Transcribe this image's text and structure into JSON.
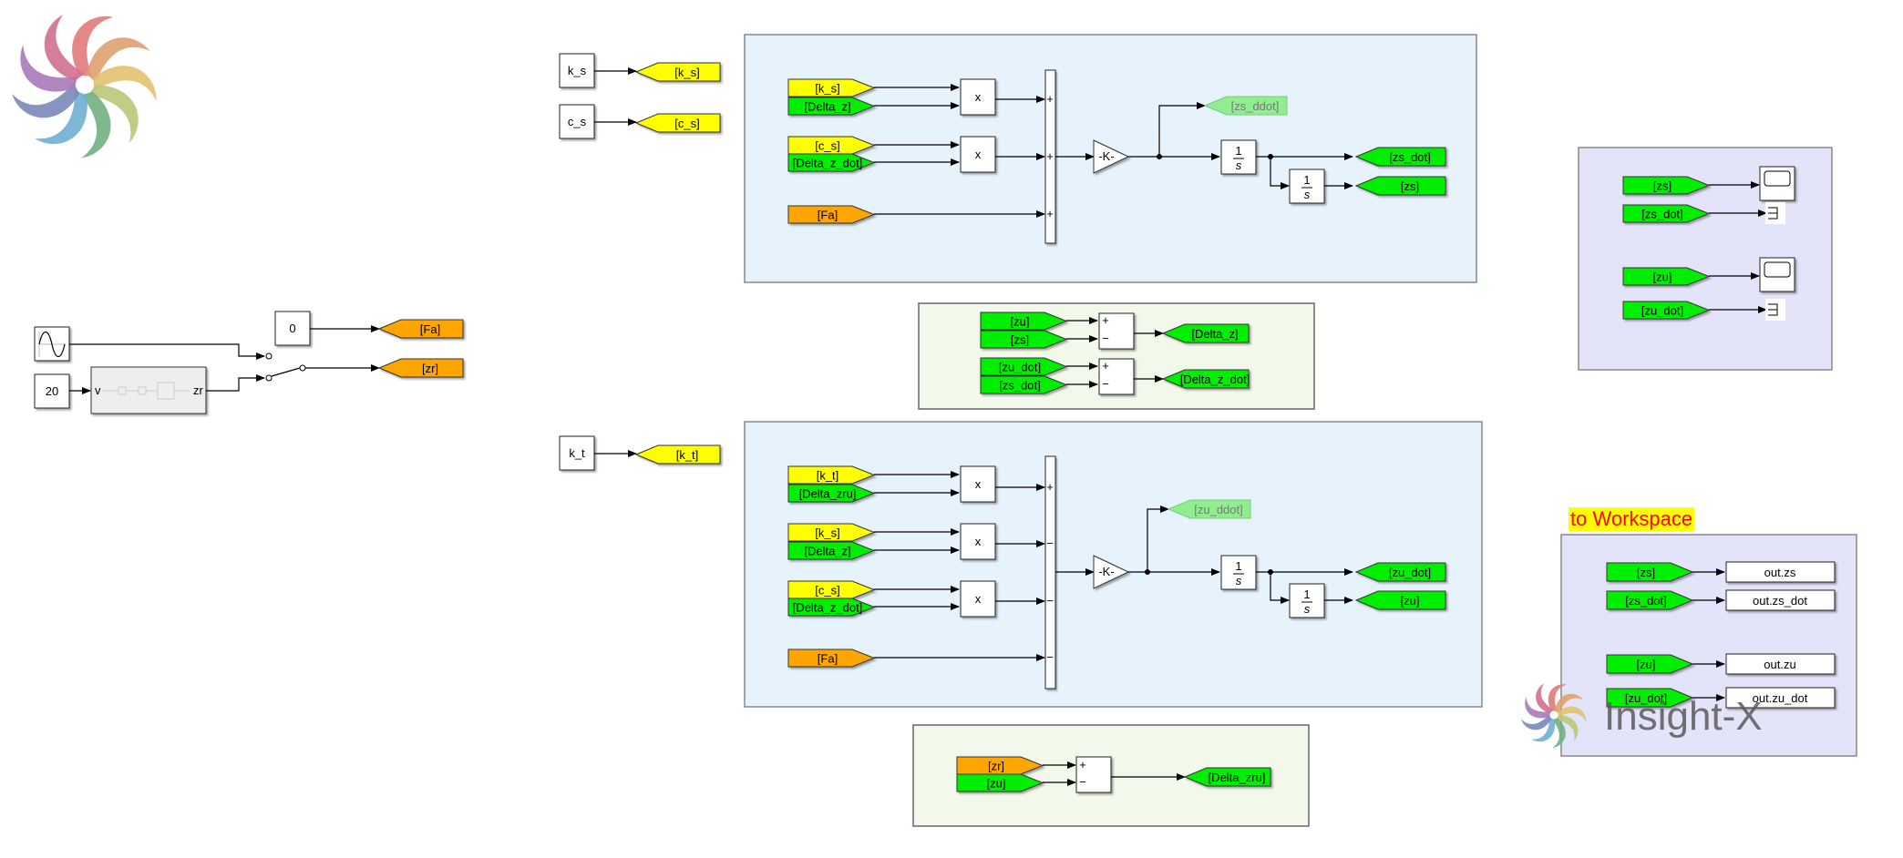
{
  "brand": {
    "name": "Insight-X"
  },
  "colors": {
    "yellow": "#ffff00",
    "green": "#00ee00",
    "orange": "#ffa500",
    "faded_green": "#90ee90",
    "panel_blue": "#e6f3fd",
    "panel_green": "#f2f8ea",
    "panel_purple": "#e3e3fa"
  },
  "sources": {
    "sine_label": "sine-wave",
    "const_20": "20",
    "const_0": "0",
    "road_subsystem": {
      "in_port": "v",
      "out_port": "zr"
    },
    "goto_fa": "[Fa]",
    "goto_zr": "[zr]"
  },
  "params": [
    {
      "block": "k_s",
      "goto": "[k_s]"
    },
    {
      "block": "c_s",
      "goto": "[c_s]"
    },
    {
      "block": "k_t",
      "goto": "[k_t]"
    }
  ],
  "sprung_mass": {
    "inputs": [
      {
        "a": "[k_s]",
        "b": "[Delta_z]"
      },
      {
        "a": "[c_s]",
        "b": "[Delta_z_dot]"
      }
    ],
    "force": "[Fa]",
    "product": "x",
    "sum_signs": [
      "+",
      "+",
      "+"
    ],
    "gain": "-K-",
    "accel_goto": "[zs_ddot]",
    "integrator_num": "1",
    "integrator_den": "s",
    "vel_goto": "[zs_dot]",
    "pos_goto": "[zs]"
  },
  "deltas": {
    "row1": {
      "a": "[zu]",
      "b": "[zs]",
      "out": "[Delta_z]"
    },
    "row2": {
      "a": "[zu_dot]",
      "b": "[zs_dot]",
      "out": "[Delta_z_dot]"
    },
    "signs": [
      "+",
      "−"
    ]
  },
  "unsprung_mass": {
    "inputs": [
      {
        "a": "[k_t]",
        "b": "[Delta_zru]"
      },
      {
        "a": "[k_s]",
        "b": "[Delta_z]"
      },
      {
        "a": "[c_s]",
        "b": "[Delta_z_dot]"
      }
    ],
    "force": "[Fa]",
    "product": "x",
    "sum_signs": [
      "+",
      "−",
      "−",
      "−"
    ],
    "gain": "-K-",
    "accel_goto": "[zu_ddot]",
    "integrator_num": "1",
    "integrator_den": "s",
    "vel_goto": "[zu_dot]",
    "pos_goto": "[zu]"
  },
  "delta_zru": {
    "a": "[zr]",
    "b": "[zu]",
    "out": "[Delta_zru]",
    "signs": [
      "+",
      "−"
    ]
  },
  "scopes": {
    "rows": [
      {
        "from": "[zs]",
        "to": "scope"
      },
      {
        "from": "[zs_dot]",
        "to": "terminator"
      },
      {
        "from": "[zu]",
        "to": "scope"
      },
      {
        "from": "[zu_dot]",
        "to": "terminator"
      }
    ]
  },
  "workspace": {
    "title": "to Workspace",
    "rows": [
      {
        "from": "[zs]",
        "to": "out.zs"
      },
      {
        "from": "[zs_dot]",
        "to": "out.zs_dot"
      },
      {
        "from": "[zu]",
        "to": "out.zu"
      },
      {
        "from": "[zu_dot]",
        "to": "out.zu_dot"
      }
    ]
  }
}
